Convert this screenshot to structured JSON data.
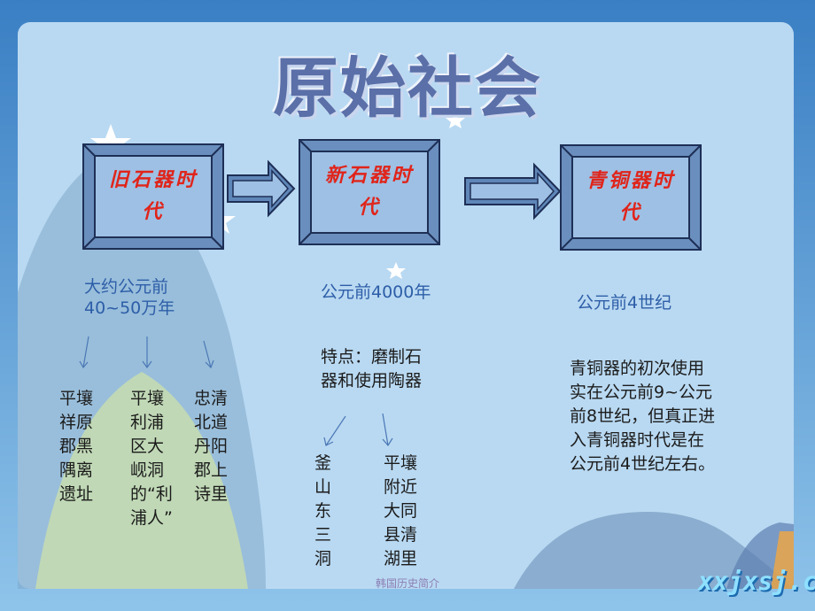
{
  "title": "原始社会",
  "eras": [
    {
      "label": "旧石器时代",
      "date": "大约公元前40~50万年"
    },
    {
      "label": "新石器时代",
      "date": "公元前4000年"
    },
    {
      "label": "青铜器时代",
      "date": "公元前4世纪"
    }
  ],
  "paleolithic_sites": [
    "平壤祥原郡黑隅离遗址",
    "平壤利浦区大岘洞的“利浦人”",
    "忠清北道丹阳郡上诗里"
  ],
  "neolithic": {
    "feature": "特点：磨制石器和使用陶器",
    "sites": [
      "釜山东三洞",
      "平壤附近大同县清湖里"
    ]
  },
  "bronze_note": "青铜器的初次使用实在公元前9~公元前8世纪，但真正进入青铜器时代是在公元前4世纪左右。",
  "footer": "韩国历史简介",
  "watermark": "xxjxsj.cn",
  "colors": {
    "label_red": "#e0241a",
    "date_blue": "#2d5ea8",
    "title": "#5b6fa8"
  }
}
